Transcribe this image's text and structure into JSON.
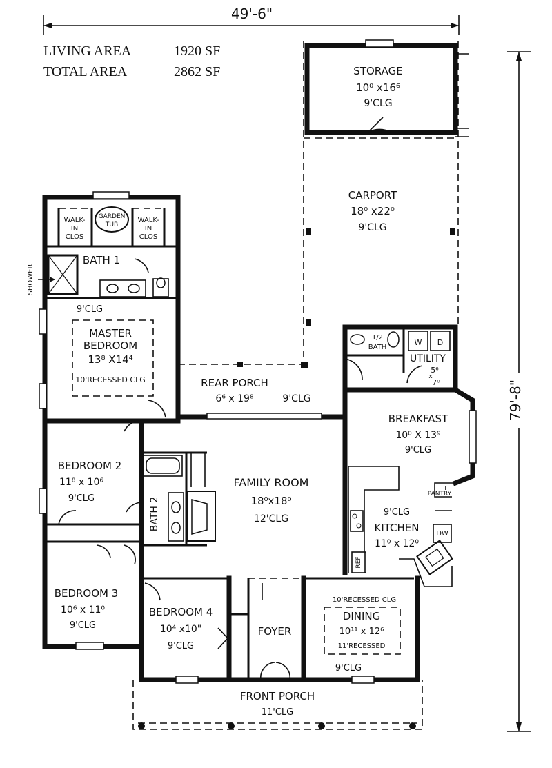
{
  "dimensions": {
    "width": "49'-6\"",
    "depth": "79'-8\""
  },
  "areas": {
    "living_label": "LIVING AREA",
    "living_value": "1920 SF",
    "total_label": "TOTAL AREA",
    "total_value": "2862 SF"
  },
  "rooms": {
    "storage": {
      "name": "STORAGE",
      "size": "10⁰ x16⁶",
      "ceiling": "9'CLG"
    },
    "carport": {
      "name": "CARPORT",
      "size": "18⁰ x22⁰",
      "ceiling": "9'CLG"
    },
    "walkin_left": {
      "line1": "WALK-",
      "line2": "IN",
      "line3": "CLOS"
    },
    "walkin_right": {
      "line1": "WALK-",
      "line2": "IN",
      "line3": "CLOS"
    },
    "garden_tub": {
      "line1": "GARDEN",
      "line2": "TUB"
    },
    "bath1": {
      "name": "BATH 1"
    },
    "shower": {
      "name": "SHOWER"
    },
    "master": {
      "ceiling_top": "9'CLG",
      "line1": "MASTER",
      "line2": "BEDROOM",
      "size": "13⁸ X14⁴",
      "ceiling": "10'RECESSED CLG"
    },
    "rear_porch": {
      "name": "REAR PORCH",
      "size": "6⁶ x 19⁸",
      "ceiling": "9'CLG"
    },
    "half_bath": {
      "line1": "1/2",
      "line2": "BATH"
    },
    "utility": {
      "name": "UTILITY",
      "size": "5⁶",
      "size2": "x",
      "size3": "7⁰",
      "w": "W",
      "d": "D"
    },
    "breakfast": {
      "name": "BREAKFAST",
      "size": "10⁰ X 13⁹",
      "ceiling": "9'CLG"
    },
    "bedroom2": {
      "name": "BEDROOM 2",
      "size": "11⁸ x 10⁶",
      "ceiling": "9'CLG"
    },
    "bath2": {
      "name": "BATH 2"
    },
    "family": {
      "name": "FAMILY ROOM",
      "size": "18⁰x18⁰",
      "ceiling": "12'CLG"
    },
    "pantry": {
      "name": "PANTRY"
    },
    "dw": {
      "name": "DW"
    },
    "kitchen": {
      "ceiling": "9'CLG",
      "name": "KITCHEN",
      "size": "11⁰ x 12⁰"
    },
    "ref": {
      "name": "REF"
    },
    "bedroom3": {
      "name": "BEDROOM 3",
      "size": "10⁶ x 11⁰",
      "ceiling": "9'CLG"
    },
    "bedroom4": {
      "name": "BEDROOM 4",
      "size": "10⁴ x10\"",
      "ceiling": "9'CLG"
    },
    "foyer": {
      "name": "FOYER"
    },
    "dining": {
      "ceiling_top": "10'RECESSED CLG",
      "name": "DINING",
      "size": "10¹¹ x 12⁶",
      "recessed": "11'RECESSED",
      "ceiling": "9'CLG"
    },
    "front_porch": {
      "name": "FRONT PORCH",
      "ceiling": "11'CLG"
    }
  },
  "colors": {
    "ink": "#111111",
    "paper": "#ffffff"
  }
}
